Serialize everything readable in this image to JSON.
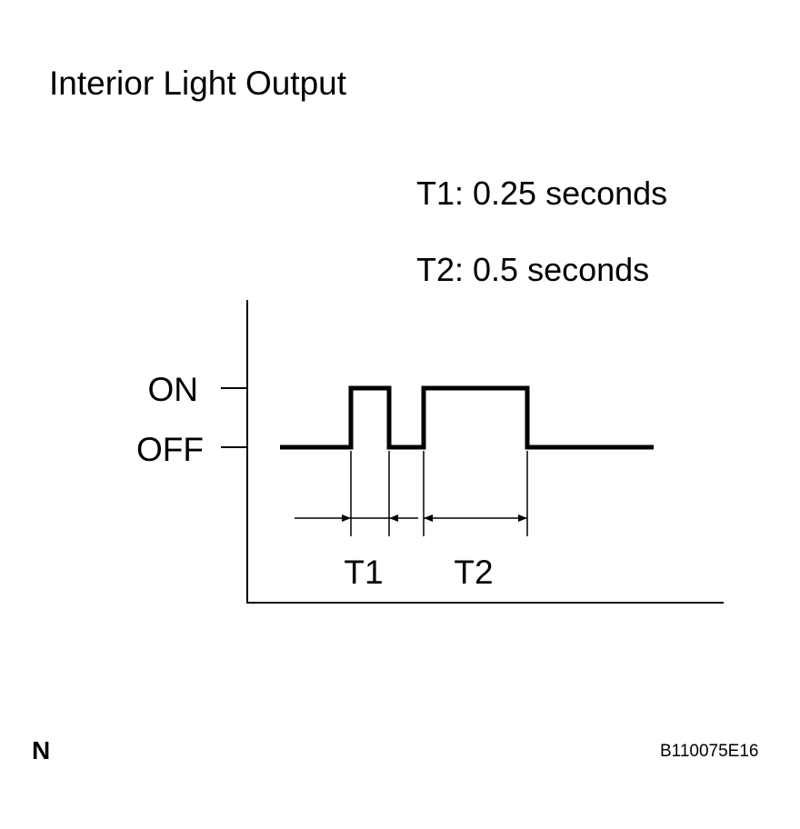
{
  "title": "Interior Light Output",
  "notes": {
    "t1": "T1: 0.25 seconds",
    "t2": "T2: 0.5 seconds"
  },
  "levels": {
    "on": "ON",
    "off": "OFF"
  },
  "intervals": {
    "t1": "T1",
    "t2": "T2"
  },
  "corner_mark": "N",
  "figure_id": "B110075E16",
  "colors": {
    "line": "#000000",
    "background": "#ffffff"
  }
}
